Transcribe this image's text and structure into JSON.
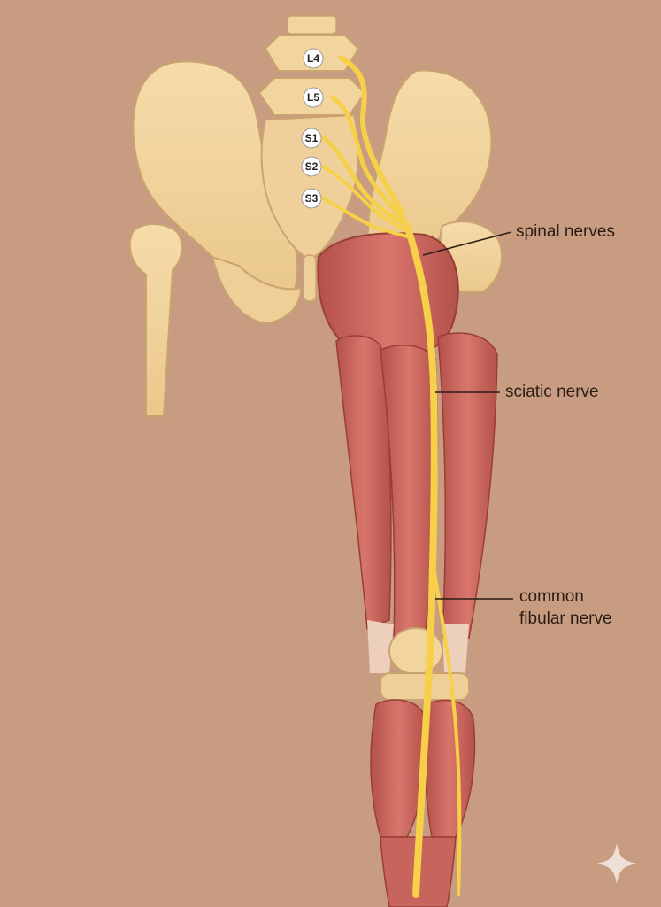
{
  "diagram": {
    "vertebra_labels": [
      "L4",
      "L5",
      "S1",
      "S2",
      "S3"
    ],
    "callouts": {
      "spinal_nerves": "spinal nerves",
      "sciatic_nerve": "sciatic nerve",
      "common_fibular_line1": "common",
      "common_fibular_line2": "fibular nerve"
    }
  },
  "colors": {
    "background": "#c89c80",
    "bone": "#f3d5a0",
    "bone_shade": "#d9b47c",
    "muscle": "#cf6a62",
    "muscle_dark": "#a9463f",
    "tendon": "#f0d2c0",
    "nerve": "#f7d04a"
  },
  "icons": {
    "corner_mark": "sparkle-icon"
  }
}
